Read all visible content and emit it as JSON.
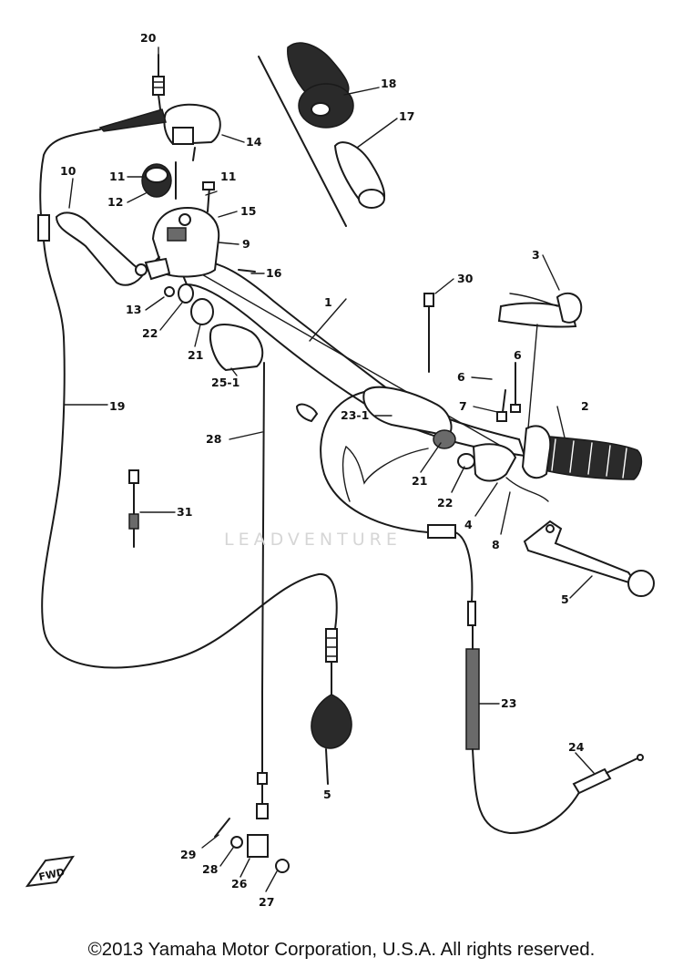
{
  "watermark": "LEADVENTURE",
  "copyright": "©2013 Yamaha Motor Corporation, U.S.A. All rights reserved.",
  "fwd_label": "FWD",
  "callouts": {
    "c1": "1",
    "c2": "2",
    "c3": "3",
    "c4": "4",
    "c5": "5",
    "c5b": "5",
    "c6a": "6",
    "c6b": "6",
    "c7": "7",
    "c8": "8",
    "c9": "9",
    "c10": "10",
    "c11a": "11",
    "c11b": "11",
    "c12": "12",
    "c13": "13",
    "c14": "14",
    "c15": "15",
    "c16": "16",
    "c17": "17",
    "c18": "18",
    "c19": "19",
    "c20": "20",
    "c21a": "21",
    "c21b": "21",
    "c22a": "22",
    "c22b": "22",
    "c23": "23",
    "c23_1": "23-1",
    "c24": "24",
    "c25_1": "25-1",
    "c26": "26",
    "c27": "27",
    "c28": "28",
    "c28b": "28",
    "c29": "29",
    "c30": "30",
    "c31": "31"
  }
}
